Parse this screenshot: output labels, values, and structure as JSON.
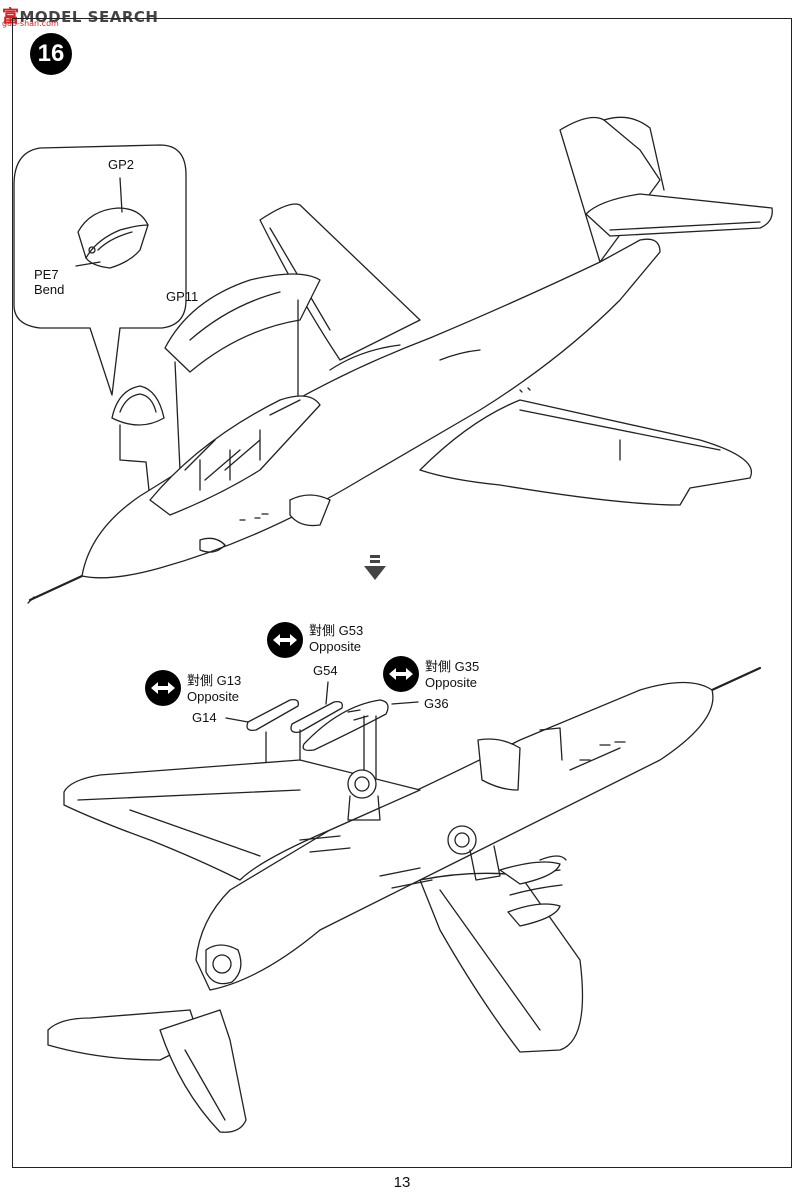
{
  "watermark": {
    "cn": "富",
    "brand": "MODEL SEARCH",
    "sub": "gao-shan.com"
  },
  "step_number": "16",
  "inset": {
    "gp2": "GP2",
    "pe7": "PE7",
    "bend": "Bend"
  },
  "top": {
    "gp11": "GP11"
  },
  "bottom": {
    "opposite_cn": "對側",
    "opposite_en": "Opposite",
    "g53": "G53",
    "g54": "G54",
    "g13": "G13",
    "g14": "G14",
    "g35": "G35",
    "g36": "G36"
  },
  "page_number": "13"
}
